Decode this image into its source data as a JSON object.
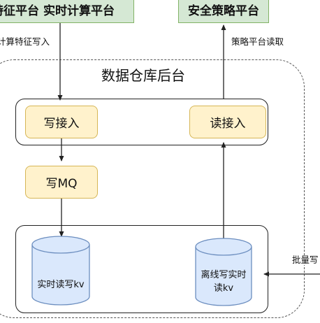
{
  "nodes": {
    "sources_box": "特征平台 实时计算平台",
    "security_box": "安全策略平台",
    "backend_title": "数据仓库后台",
    "write_access": "写接入",
    "read_access": "读接入",
    "write_mq": "写MQ",
    "realtime_kv": "实时读写kv",
    "offline_kv": "离线写实时读kv"
  },
  "edge_labels": {
    "feature_write": "计算特征写入",
    "strategy_read": "策略平台读取",
    "batch_write": "批量写"
  },
  "colors": {
    "green_fill": "#d5e8d4",
    "green_stroke": "#82b366",
    "yellow_fill": "#fff2cc",
    "yellow_stroke": "#d6b656",
    "cylinder_fill": "#dae8fc",
    "cylinder_stroke": "#6c8ebf"
  }
}
